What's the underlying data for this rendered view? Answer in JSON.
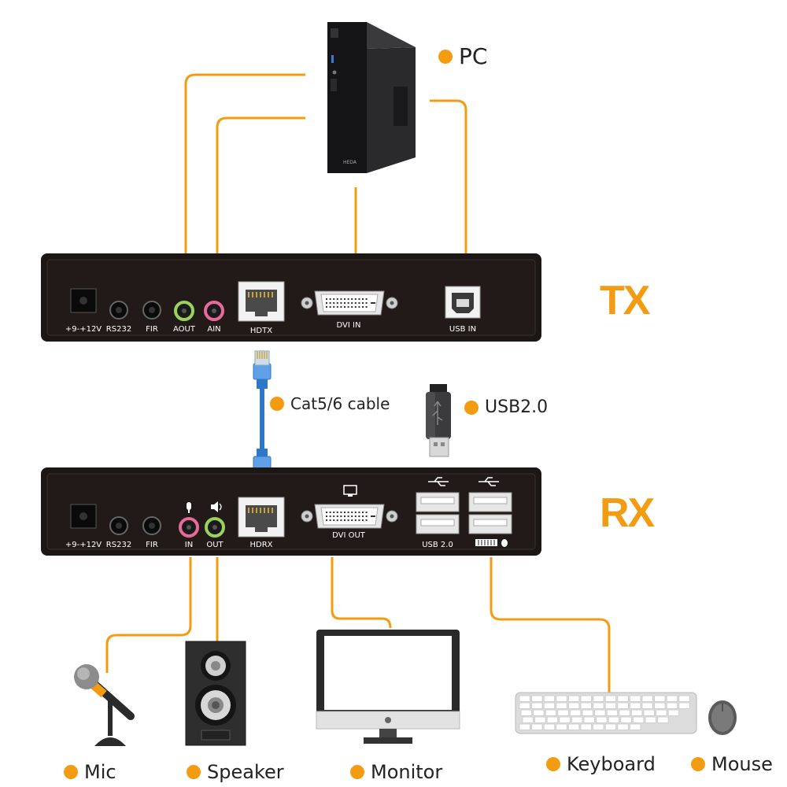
{
  "colors": {
    "accent": "#f39c12",
    "device": "#1c1614",
    "cable": "#2e78c8"
  },
  "tx": {
    "title": "TX",
    "ports": {
      "power": "+9-+12V",
      "rs232": "RS232",
      "fir": "FIR",
      "aout": "AOUT",
      "ain": "AIN",
      "hdtx": "HDTX",
      "dvi_in": "DVI  IN",
      "usb_in": "USB IN"
    }
  },
  "rx": {
    "title": "RX",
    "ports": {
      "power": "+9-+12V",
      "rs232": "RS232",
      "fir": "FIR",
      "in": "IN",
      "out": "OUT",
      "hdrx": "HDRX",
      "dvi_out": "DVI  OUT",
      "usb": "USB 2.0"
    }
  },
  "callouts": {
    "pc": "PC",
    "cable": "Cat5/6 cable",
    "usb": "USB2.0",
    "mic": "Mic",
    "speaker": "Speaker",
    "monitor": "Monitor",
    "keyboard": "Keyboard",
    "mouse": "Mouse"
  },
  "pc_brand": "HEDA"
}
